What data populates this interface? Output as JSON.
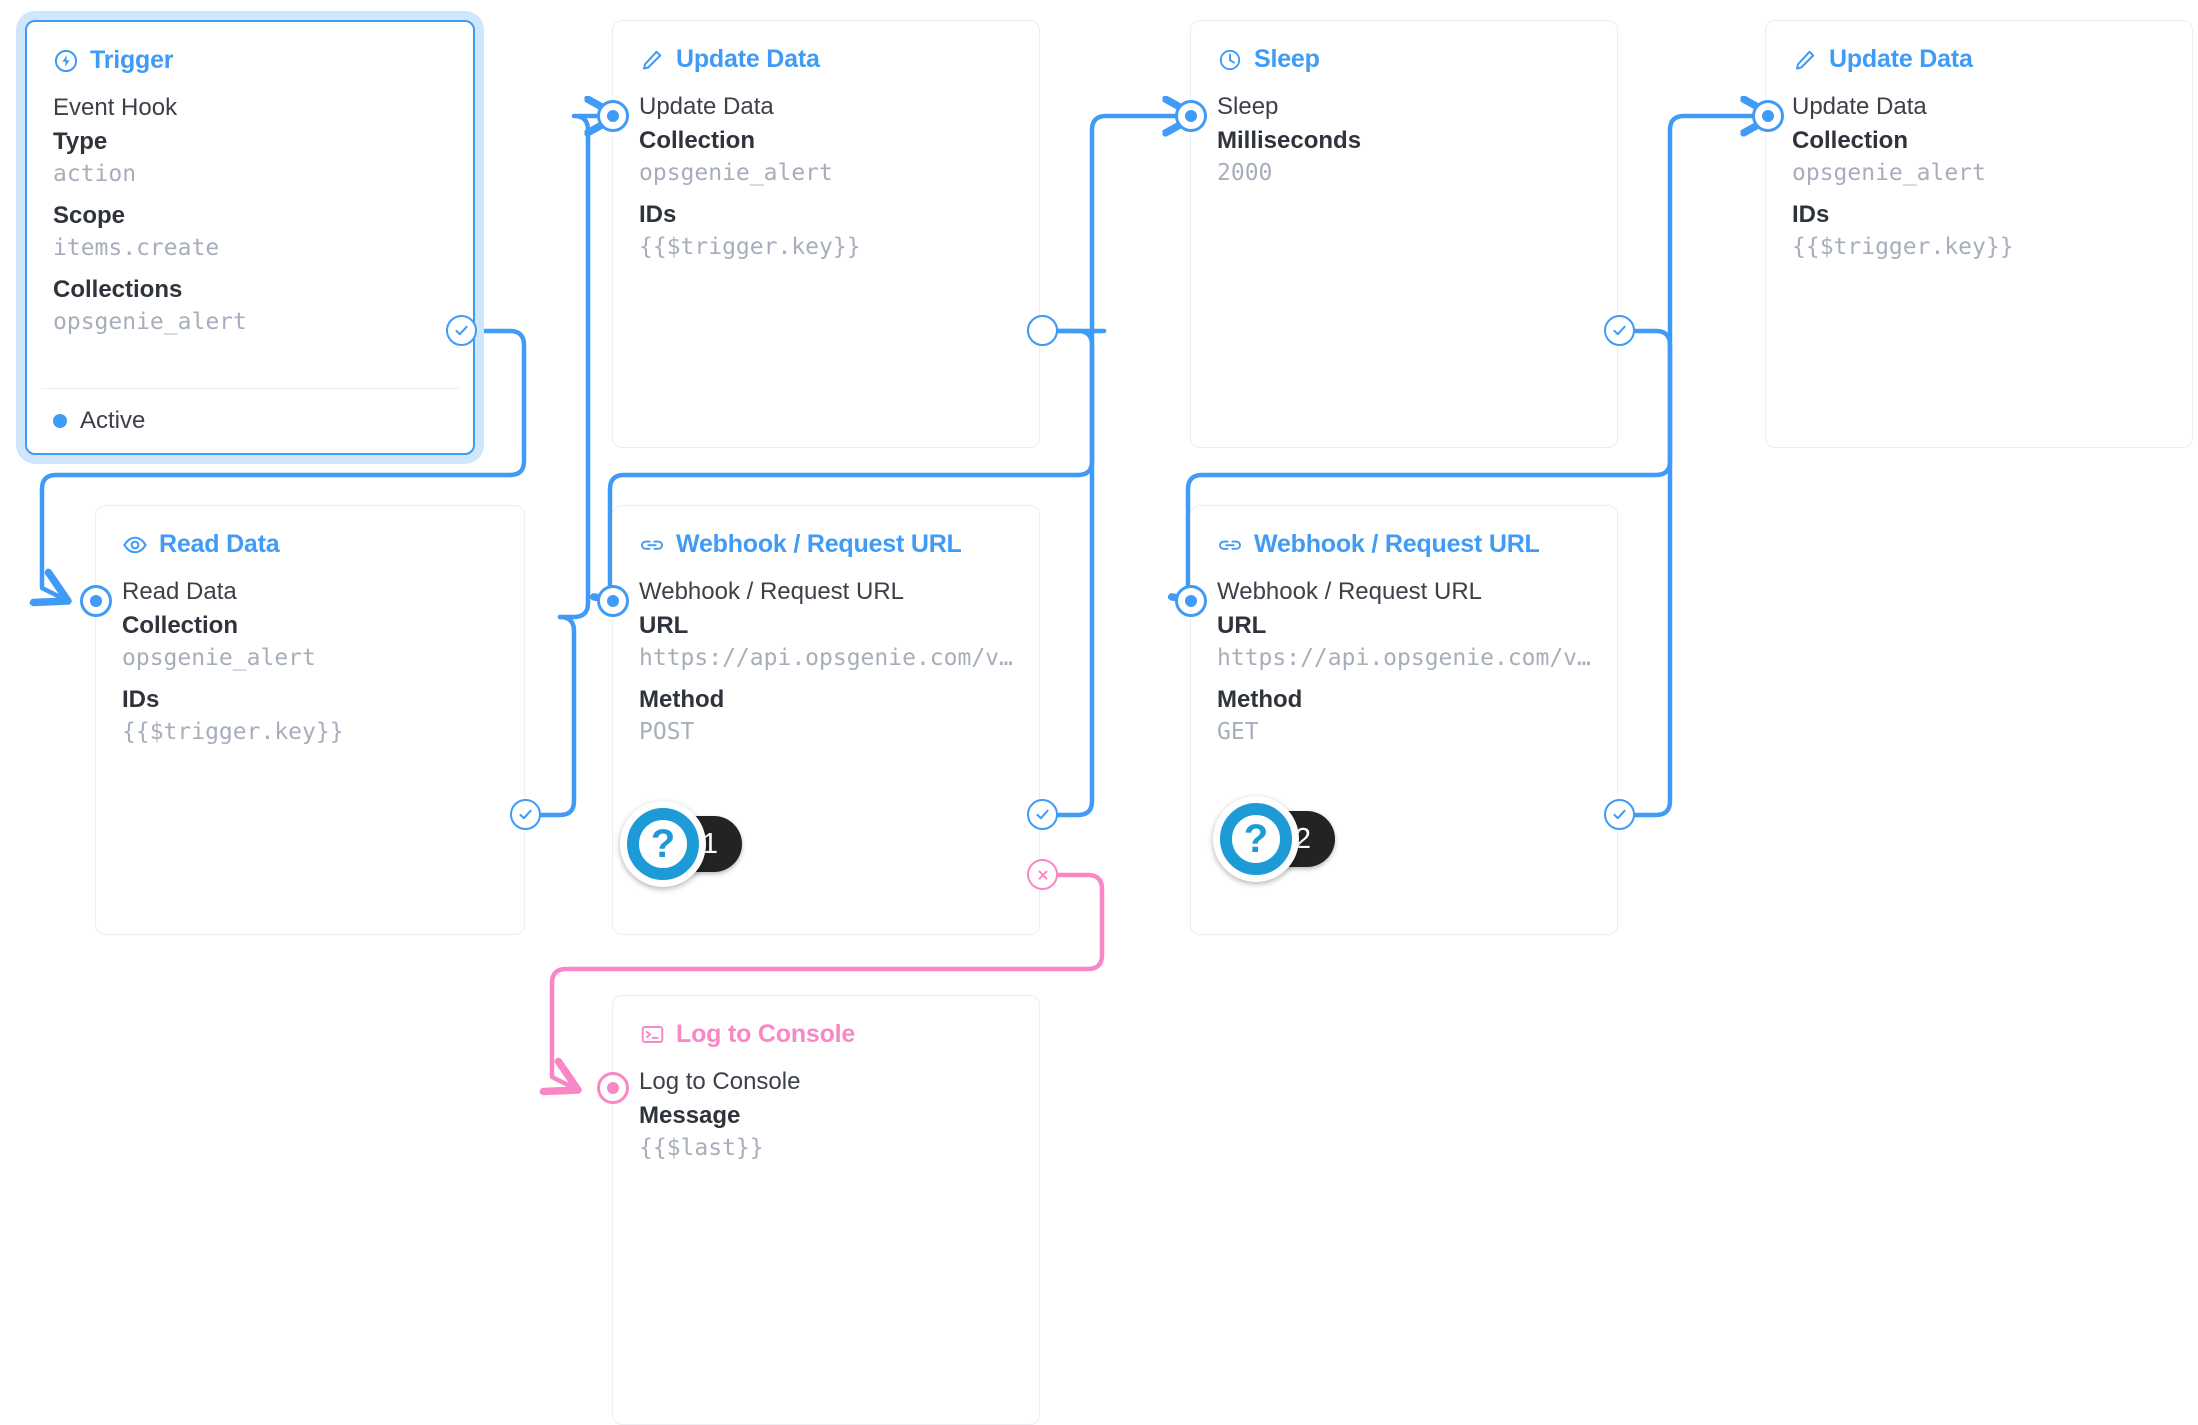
{
  "canvas": {
    "background": "#ffffff",
    "accent_blue": "#3f9bf5",
    "accent_pink": "#f987c5",
    "value_gray": "#a7aebb",
    "label_dark": "#2f333b",
    "badge_dark": "#232323",
    "badge_ring": "#1d9bd7"
  },
  "nodes": [
    {
      "id": "trigger",
      "icon": "lightning-bolt-circle-icon",
      "title": "Trigger",
      "operation": "Event Hook",
      "fields": [
        {
          "label": "Type",
          "value": "action"
        },
        {
          "label": "Scope",
          "value": "items.create"
        },
        {
          "label": "Collections",
          "value": "opsgenie_alert"
        }
      ],
      "status": {
        "label": "Active",
        "color": "#3f9bf5"
      },
      "selected": true
    },
    {
      "id": "update-data-1",
      "icon": "pencil-icon",
      "title": "Update Data",
      "operation": "Update Data",
      "fields": [
        {
          "label": "Collection",
          "value": "opsgenie_alert"
        },
        {
          "label": "IDs",
          "value": "{{$trigger.key}}"
        }
      ]
    },
    {
      "id": "sleep",
      "icon": "clock-icon",
      "title": "Sleep",
      "operation": "Sleep",
      "fields": [
        {
          "label": "Milliseconds",
          "value": "2000"
        }
      ]
    },
    {
      "id": "update-data-2",
      "icon": "pencil-icon",
      "title": "Update Data",
      "operation": "Update Data",
      "fields": [
        {
          "label": "Collection",
          "value": "opsgenie_alert"
        },
        {
          "label": "IDs",
          "value": "{{$trigger.key}}"
        }
      ]
    },
    {
      "id": "read-data",
      "icon": "eye-icon",
      "title": "Read Data",
      "operation": "Read Data",
      "fields": [
        {
          "label": "Collection",
          "value": "opsgenie_alert"
        },
        {
          "label": "IDs",
          "value": "{{$trigger.key}}"
        }
      ]
    },
    {
      "id": "webhook-post",
      "icon": "link-icon",
      "title": "Webhook / Request URL",
      "operation": "Webhook / Request URL",
      "fields": [
        {
          "label": "URL",
          "value": "https://api.opsgenie.com/v…"
        },
        {
          "label": "Method",
          "value": "POST"
        }
      ]
    },
    {
      "id": "webhook-get",
      "icon": "link-icon",
      "title": "Webhook / Request URL",
      "operation": "Webhook / Request URL",
      "fields": [
        {
          "label": "URL",
          "value": "https://api.opsgenie.com/v…"
        },
        {
          "label": "Method",
          "value": "GET"
        }
      ]
    },
    {
      "id": "log-to-console",
      "icon": "terminal-icon",
      "title": "Log to Console",
      "operation": "Log to Console",
      "fields": [
        {
          "label": "Message",
          "value": "{{$last}}"
        }
      ]
    }
  ],
  "badges": [
    {
      "id": "badge-1",
      "symbol": "?",
      "count": "1"
    },
    {
      "id": "badge-2",
      "symbol": "?",
      "count": "2"
    }
  ]
}
